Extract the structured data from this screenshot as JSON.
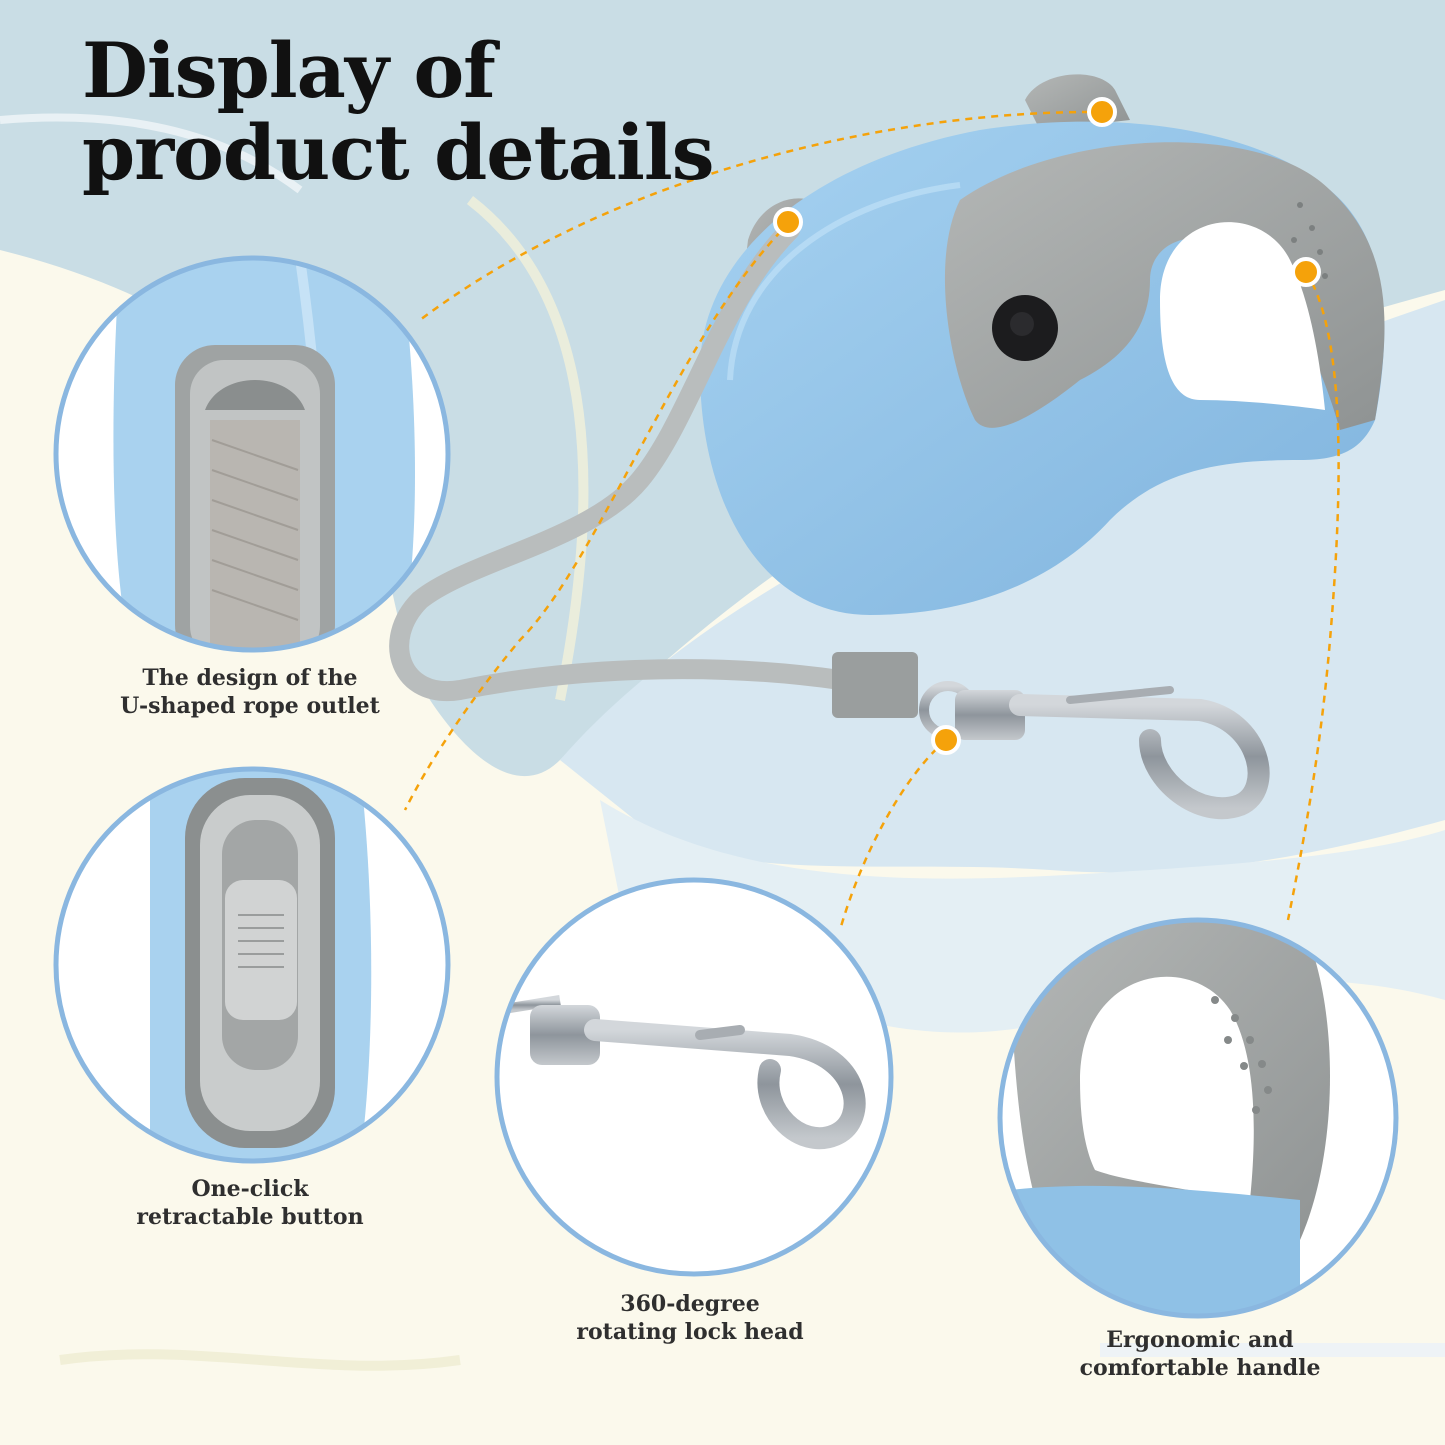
{
  "title": {
    "line1": "Display of",
    "line2": "product details"
  },
  "colors": {
    "background": "#fbf9ec",
    "backdrop_blue": "#c9dde5",
    "product_blue": "#8fc1e6",
    "product_gray": "#a3a6a6",
    "circle_border": "#8ab7e0",
    "callout_dot": "#f5a20a",
    "metal": "#9aa0a8"
  },
  "features": [
    {
      "id": "rope-outlet",
      "line1": "The design of the",
      "line2": "U-shaped rope outlet"
    },
    {
      "id": "retract-button",
      "line1": "One-click",
      "line2": "retractable button"
    },
    {
      "id": "lock-head",
      "line1": "360-degree",
      "line2": "rotating lock head"
    },
    {
      "id": "handle",
      "line1": "Ergonomic and",
      "line2": "comfortable handle"
    }
  ]
}
